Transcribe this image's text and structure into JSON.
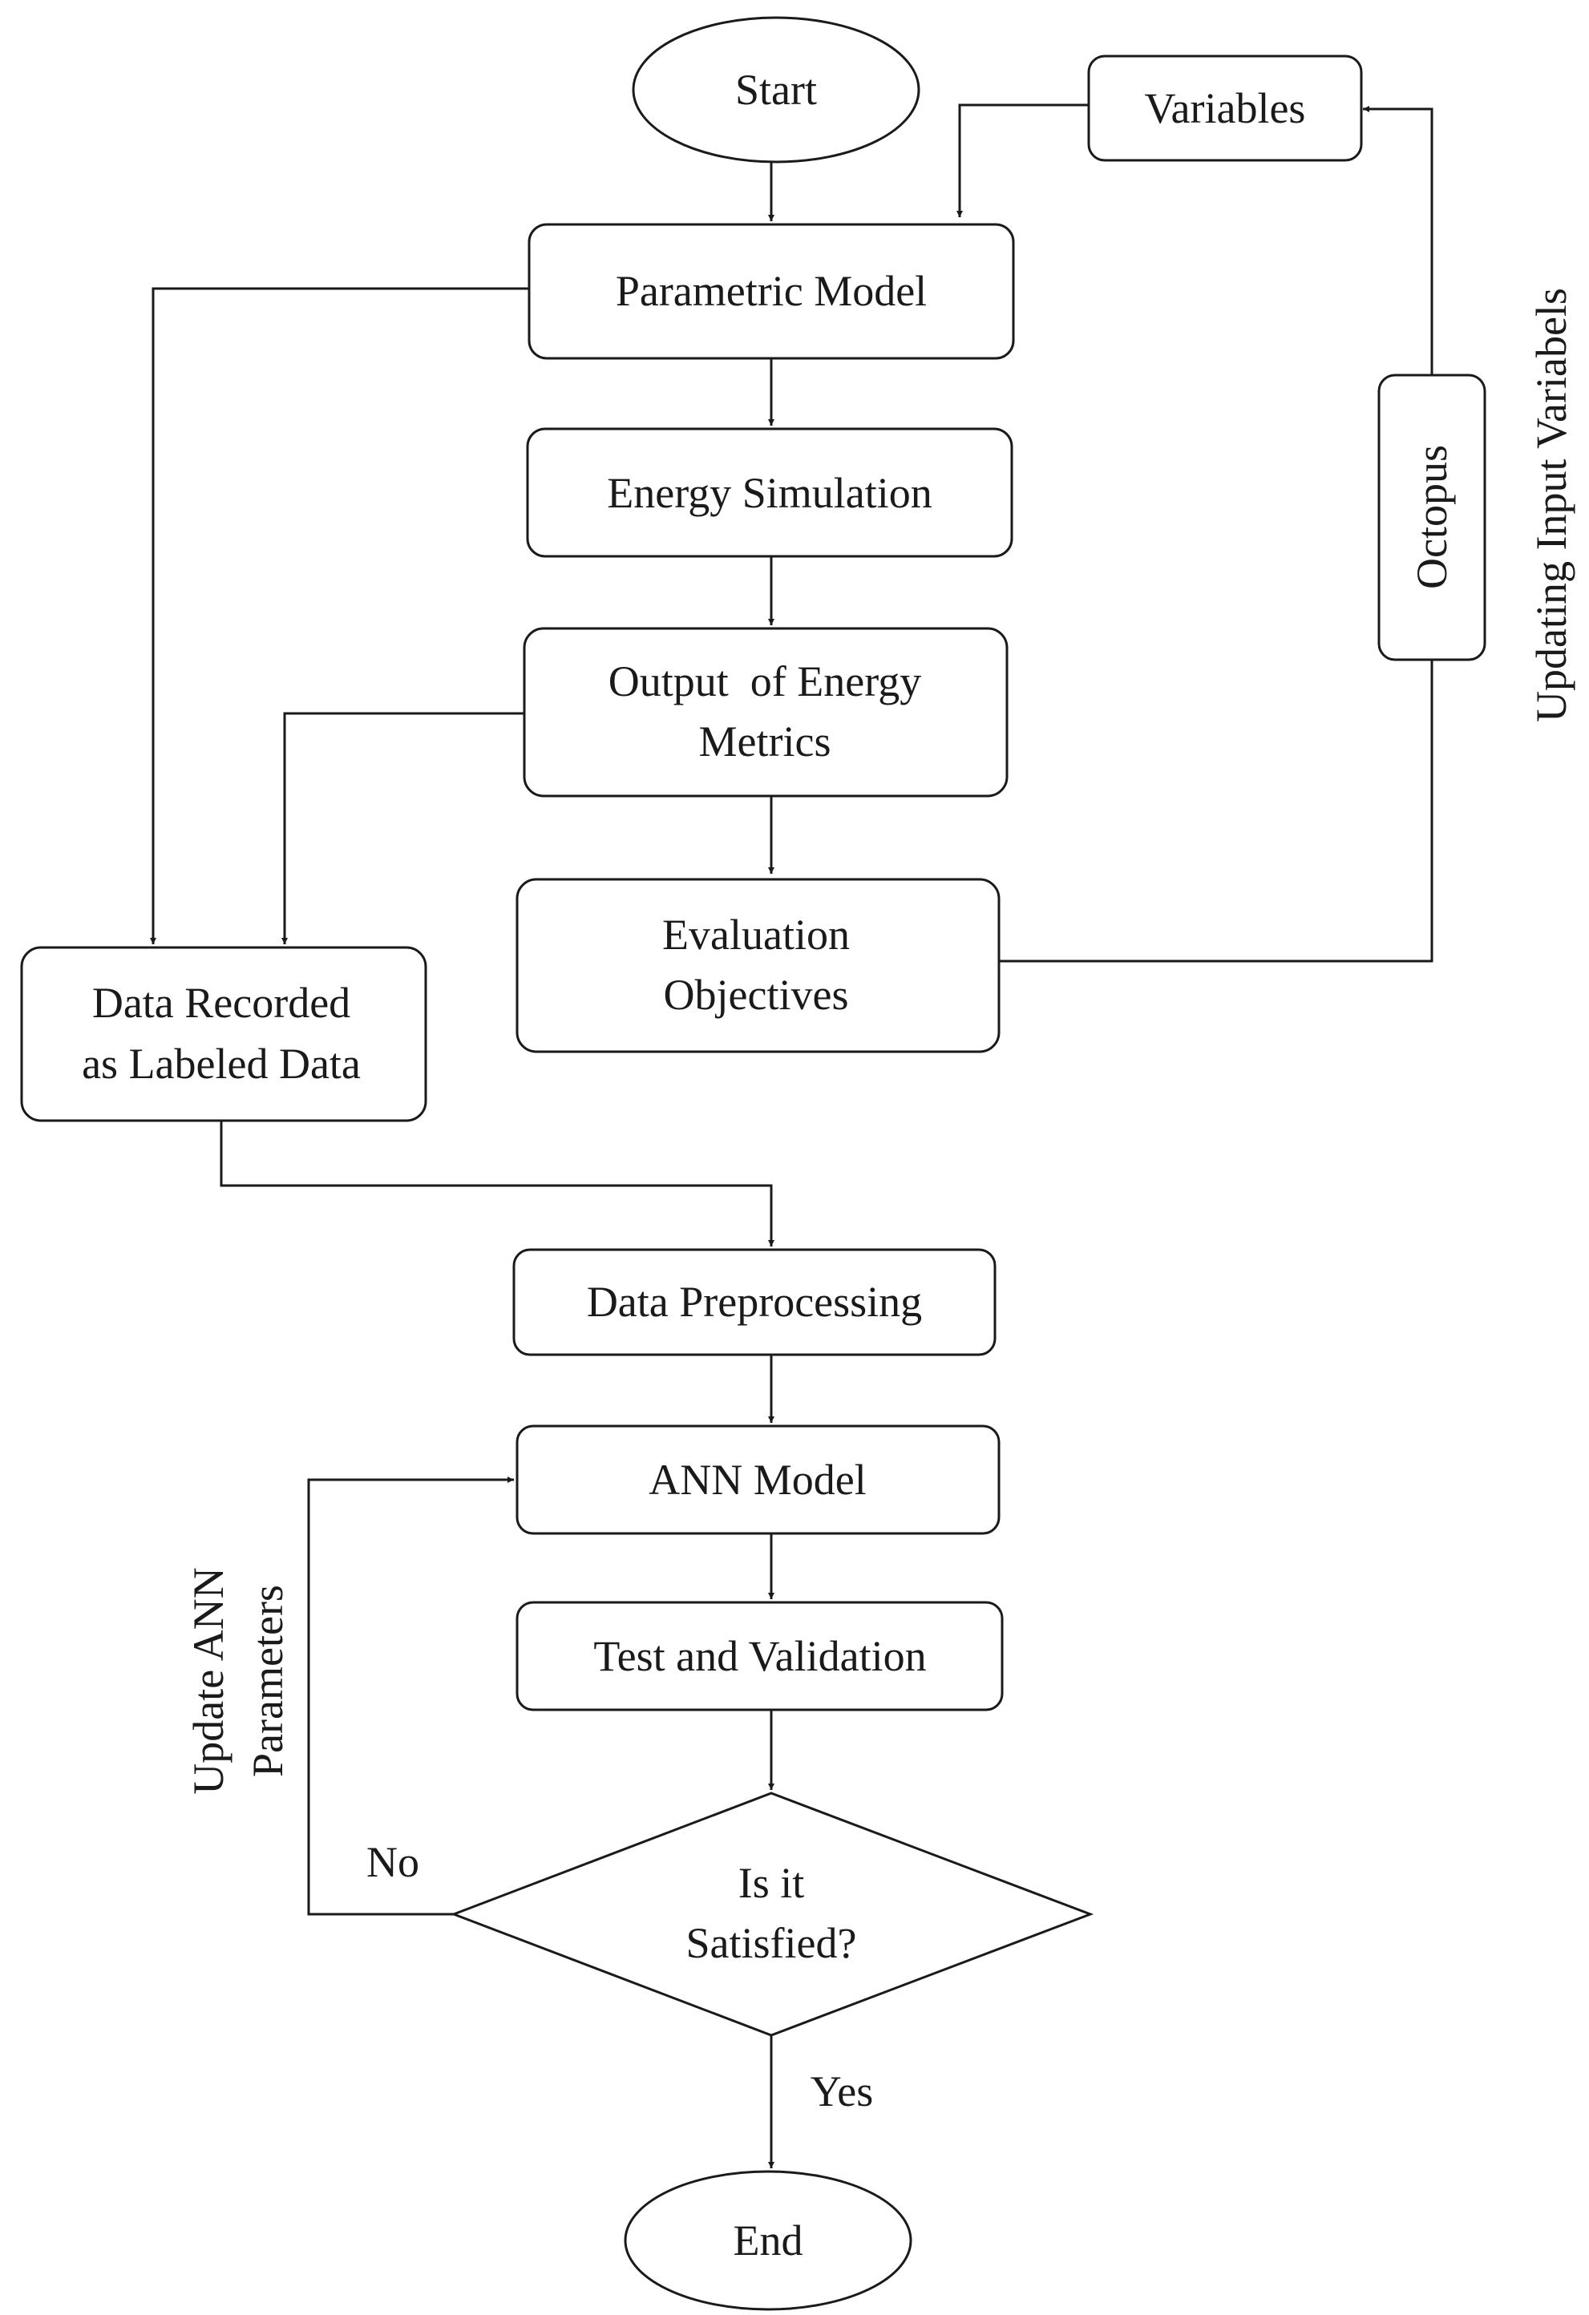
{
  "nodes": {
    "start": "Start",
    "variables": "Variables",
    "parametric_model": "Parametric Model",
    "energy_simulation": "Energy Simulation",
    "output_energy_metrics": [
      "Output  of Energy",
      "Metrics"
    ],
    "evaluation_objectives": [
      "Evaluation",
      "Objectives"
    ],
    "octopus": "Octopus",
    "data_recorded": [
      "Data Recorded",
      "as Labeled Data"
    ],
    "data_preprocessing": "Data Preprocessing",
    "ann_model": "ANN Model",
    "test_validation": "Test and Validation",
    "decision": [
      "Is it",
      "Satisfied?"
    ],
    "end": "End"
  },
  "edge_labels": {
    "updating_input_variables": "Updating Input Variabels",
    "update_ann_parameters": [
      "Update ANN",
      "Parameters"
    ],
    "no": "No",
    "yes": "Yes"
  }
}
